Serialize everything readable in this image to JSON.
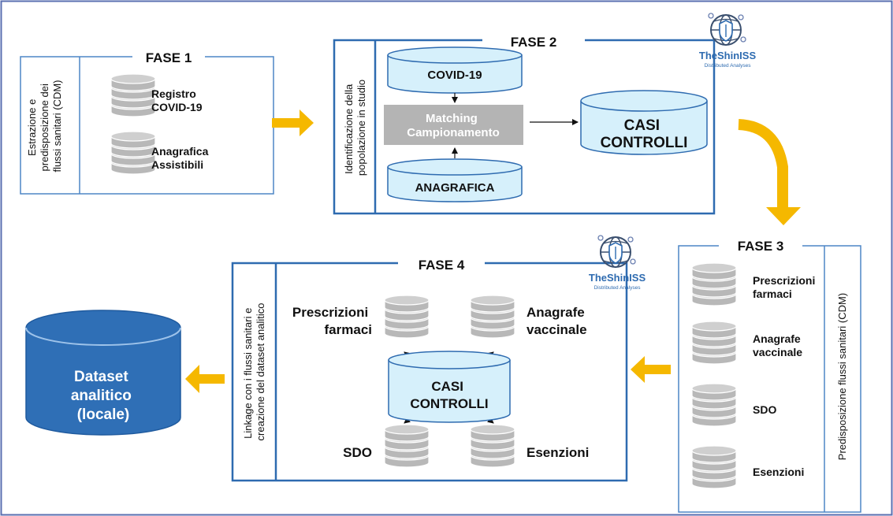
{
  "colors": {
    "frame": "#5a6fb0",
    "box_border": "#2e6bb0",
    "box_border_light": "#4d86c6",
    "arrow": "#f5b800",
    "cyl_light": "#d6f0fb",
    "disk_gray": "#bcbcbc",
    "matching_bg": "#b4b4b4",
    "dataset_blue": "#2f6fb6"
  },
  "logo": {
    "name": "TheShinISS",
    "subtitle": "Distributed Analyses",
    "icon": "globe-shield-icon"
  },
  "fase1": {
    "title": "FASE 1",
    "side_label": [
      "Estrazione e",
      "predisposizione dei",
      "flussi sanitari (CDM)"
    ],
    "items": [
      {
        "lines": [
          "Registro",
          "COVID-19"
        ]
      },
      {
        "lines": [
          "Anagrafica",
          "Assistibili"
        ]
      }
    ]
  },
  "fase2": {
    "title": "FASE 2",
    "side_label": [
      "Identificazione della",
      "popolazione in studio"
    ],
    "cyl_top": "COVID-19",
    "cyl_bottom": "ANAGRAFICA",
    "matching": [
      "Matching",
      "Campionamento"
    ],
    "result": [
      "CASI",
      "CONTROLLI"
    ]
  },
  "fase3": {
    "title": "FASE 3",
    "side_label": "Predisposizione flussi sanitari  (CDM)",
    "items": [
      {
        "lines": [
          "Prescrizioni",
          "farmaci"
        ]
      },
      {
        "lines": [
          "Anagrafe",
          "vaccinale"
        ]
      },
      {
        "lines": [
          "SDO"
        ]
      },
      {
        "lines": [
          "Esenzioni"
        ]
      }
    ]
  },
  "fase4": {
    "title": "FASE 4",
    "side_label": [
      "Linkage con i flussi sanitari e",
      "creazione del dataset analitico"
    ],
    "top_left": [
      "Prescrizioni",
      "farmaci"
    ],
    "top_right": [
      "Anagrafe",
      "vaccinale"
    ],
    "center": [
      "CASI",
      "CONTROLLI"
    ],
    "bottom_left": "SDO",
    "bottom_right": "Esenzioni"
  },
  "dataset": {
    "lines": [
      "Dataset",
      "analitico",
      "(locale)"
    ]
  }
}
